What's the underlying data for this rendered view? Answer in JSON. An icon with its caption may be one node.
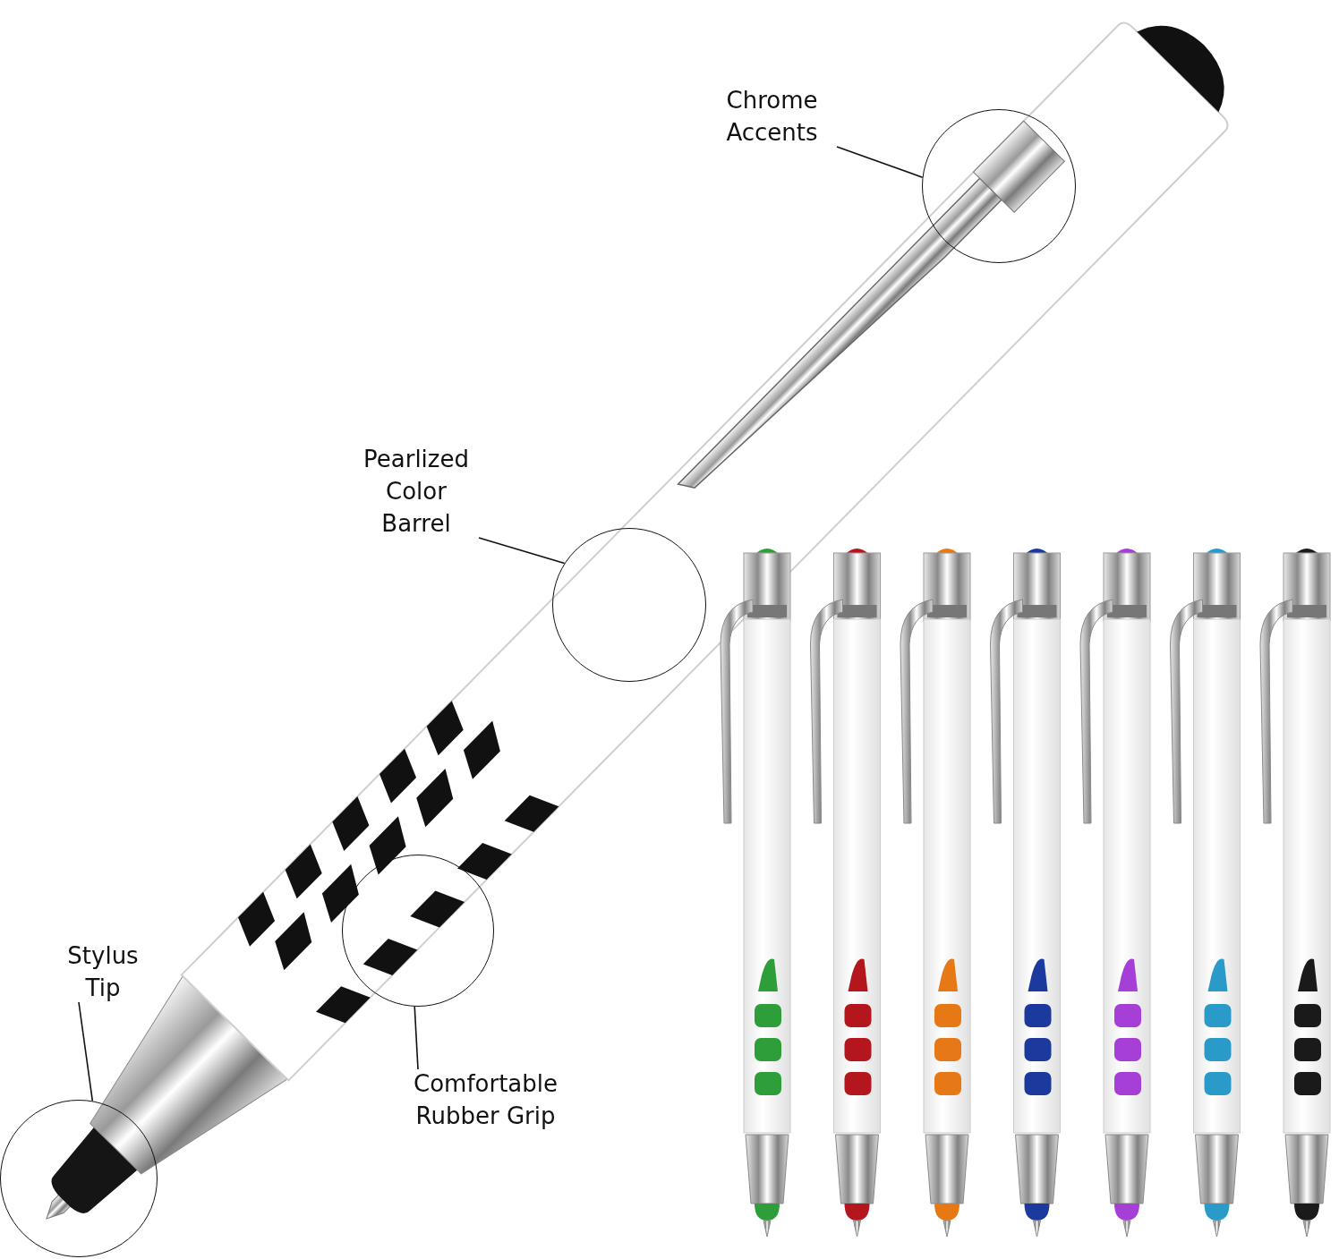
{
  "diagram": {
    "nodes": [
      {
        "text": [
          "Chrome Accents"
        ]
      },
      {
        "text": [],
        "shape": "circle"
      },
      {
        "text": [
          "Pearlized Color Barrel"
        ]
      },
      {
        "text": [],
        "shape": "circle"
      },
      {
        "text": [
          "Stylus Tip"
        ]
      },
      {
        "text": [],
        "shape": "circle"
      },
      {
        "text": [
          "Comfortable Rubber Grip"
        ]
      },
      {
        "text": [],
        "shape": "circle"
      }
    ],
    "edges": [
      {
        "from": 0,
        "to": 1,
        "arrow": "none"
      },
      {
        "from": 2,
        "to": 3,
        "arrow": "none"
      },
      {
        "from": 4,
        "to": 5,
        "arrow": "none"
      },
      {
        "from": 6,
        "to": 7,
        "arrow": "none"
      }
    ]
  }
}
